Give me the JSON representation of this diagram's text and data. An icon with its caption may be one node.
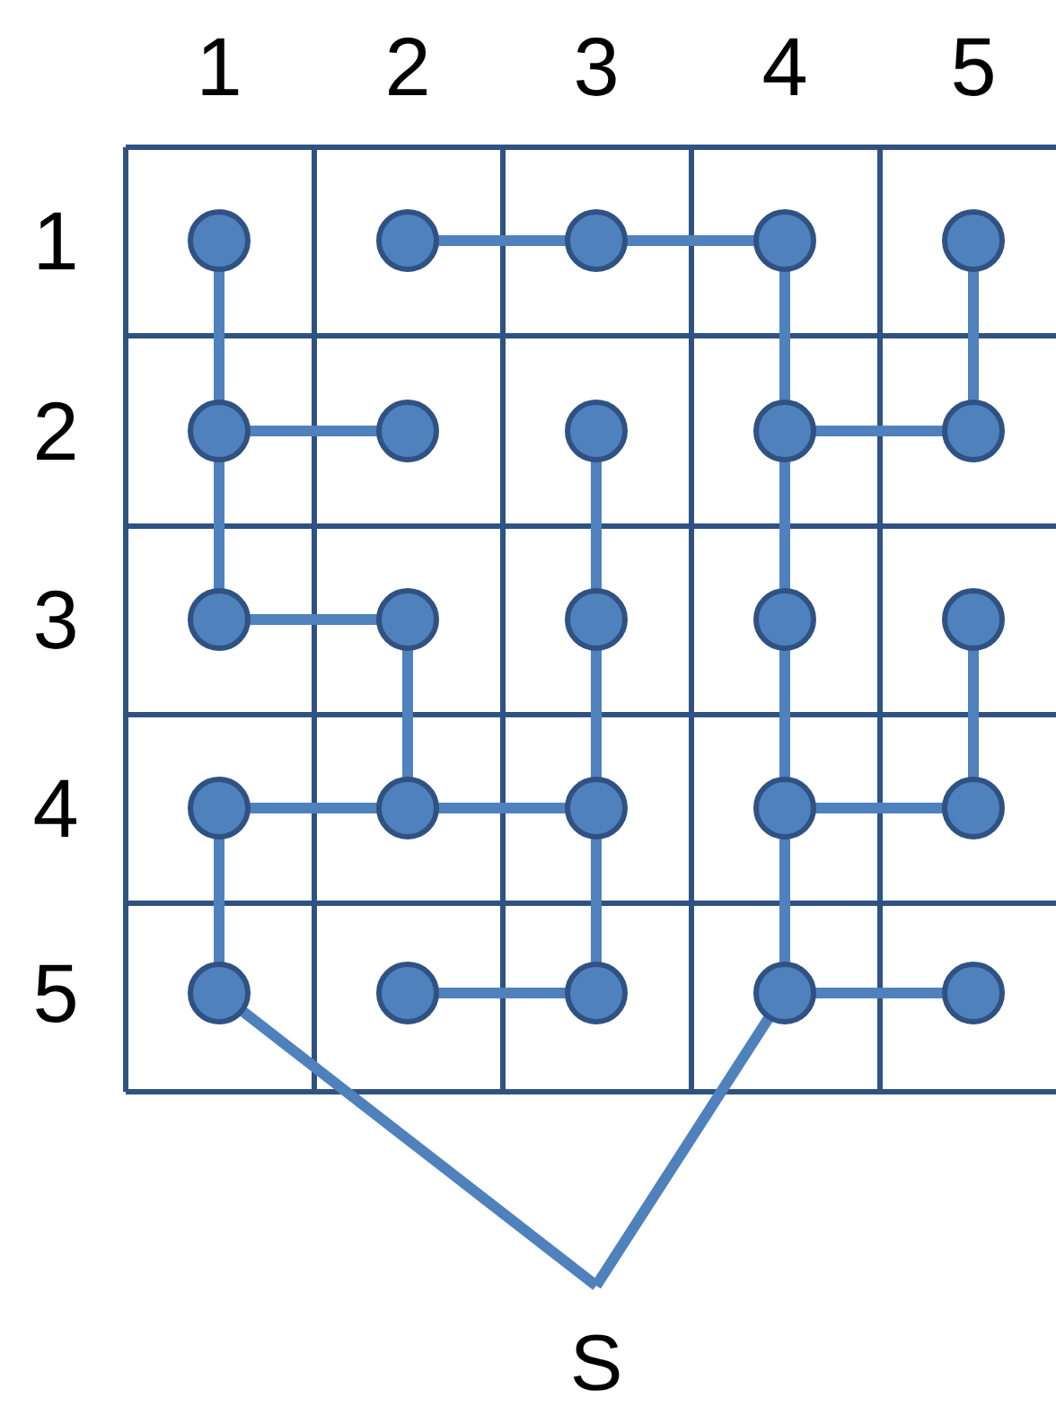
{
  "diagram": {
    "nodes": [
      {
        "text": [],
        "shape": "circle"
      },
      {
        "text": [],
        "shape": "circle"
      },
      {
        "text": [],
        "shape": "circle"
      },
      {
        "text": [],
        "shape": "circle"
      },
      {
        "text": [],
        "shape": "circle"
      },
      {
        "text": [],
        "shape": "circle"
      },
      {
        "text": [],
        "shape": "circle"
      },
      {
        "text": [],
        "shape": "circle"
      },
      {
        "text": [],
        "shape": "circle"
      },
      {
        "text": [],
        "shape": "circle"
      },
      {
        "text": [],
        "shape": "circle"
      },
      {
        "text": [],
        "shape": "circle"
      },
      {
        "text": [],
        "shape": "circle"
      },
      {
        "text": [],
        "shape": "circle"
      },
      {
        "text": [],
        "shape": "circle"
      },
      {
        "text": [],
        "shape": "circle"
      },
      {
        "text": [],
        "shape": "circle"
      },
      {
        "text": [],
        "shape": "circle"
      },
      {
        "text": [],
        "shape": "circle"
      },
      {
        "text": [],
        "shape": "circle"
      },
      {
        "text": [],
        "shape": "circle"
      },
      {
        "text": [],
        "shape": "circle"
      },
      {
        "text": [],
        "shape": "circle"
      },
      {
        "text": [],
        "shape": "circle"
      },
      {
        "text": [],
        "shape": "circle"
      },
      {
        "text": [
          "S"
        ]
      }
    ],
    "edges": [
      {
        "from": 1,
        "to": 2,
        "arrow": "none"
      },
      {
        "from": 2,
        "to": 3,
        "arrow": "none"
      },
      {
        "from": 0,
        "to": 5,
        "arrow": "none"
      },
      {
        "from": 3,
        "to": 8,
        "arrow": "none"
      },
      {
        "from": 4,
        "to": 9,
        "arrow": "none"
      },
      {
        "from": 5,
        "to": 6,
        "arrow": "none"
      },
      {
        "from": 8,
        "to": 9,
        "arrow": "none"
      },
      {
        "from": 5,
        "to": 10,
        "arrow": "none"
      },
      {
        "from": 7,
        "to": 12,
        "arrow": "none"
      },
      {
        "from": 8,
        "to": 13,
        "arrow": "none"
      },
      {
        "from": 10,
        "to": 11,
        "arrow": "none"
      },
      {
        "from": 11,
        "to": 16,
        "arrow": "none"
      },
      {
        "from": 12,
        "to": 17,
        "arrow": "none"
      },
      {
        "from": 13,
        "to": 18,
        "arrow": "none"
      },
      {
        "from": 14,
        "to": 19,
        "arrow": "none"
      },
      {
        "from": 15,
        "to": 16,
        "arrow": "none"
      },
      {
        "from": 16,
        "to": 17,
        "arrow": "none"
      },
      {
        "from": 18,
        "to": 19,
        "arrow": "none"
      },
      {
        "from": 15,
        "to": 20,
        "arrow": "none"
      },
      {
        "from": 17,
        "to": 22,
        "arrow": "none"
      },
      {
        "from": 18,
        "to": 23,
        "arrow": "none"
      },
      {
        "from": 21,
        "to": 22,
        "arrow": "none"
      },
      {
        "from": 23,
        "to": 24,
        "arrow": "none"
      },
      {
        "from": 20,
        "to": 25,
        "arrow": "none"
      },
      {
        "from": 23,
        "to": 25,
        "arrow": "none"
      }
    ],
    "labels": [
      "1",
      "2",
      "3",
      "4",
      "5",
      "1",
      "2",
      "3",
      "4",
      "5"
    ]
  }
}
